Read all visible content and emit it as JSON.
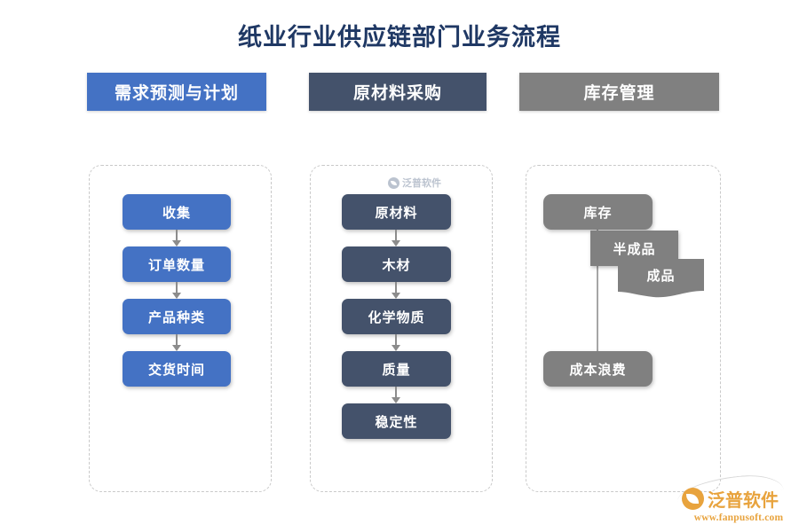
{
  "page": {
    "title": "纸业行业供应链部门业务流程",
    "background": "#ffffff",
    "title_color": "#1F3864"
  },
  "columns": [
    {
      "id": "demand-planning",
      "header": "需求预测与计划",
      "color": "#4472C4",
      "node_style": "blue",
      "layout": "vertical-chain",
      "nodes": [
        {
          "label": "收集"
        },
        {
          "label": "订单数量"
        },
        {
          "label": "产品种类"
        },
        {
          "label": "交货时间"
        }
      ]
    },
    {
      "id": "raw-material-procurement",
      "header": "原材料采购",
      "color": "#44526B",
      "node_style": "slate",
      "layout": "vertical-chain",
      "nodes": [
        {
          "label": "原材料"
        },
        {
          "label": "木材"
        },
        {
          "label": "化学物质"
        },
        {
          "label": "质量"
        },
        {
          "label": "稳定性"
        }
      ]
    },
    {
      "id": "inventory-management",
      "header": "库存管理",
      "color": "#808080",
      "node_style": "gray",
      "layout": "cascade",
      "nodes": [
        {
          "label": "库存"
        },
        {
          "label": "半成品"
        },
        {
          "label": "成品"
        },
        {
          "label": "成本浪费"
        }
      ]
    }
  ],
  "watermark": {
    "text": "泛普软件",
    "color": "#6b7b97"
  },
  "brand": {
    "name": "泛普软件",
    "url": "www.fanpusoft.com",
    "color": "#E8A33D"
  }
}
